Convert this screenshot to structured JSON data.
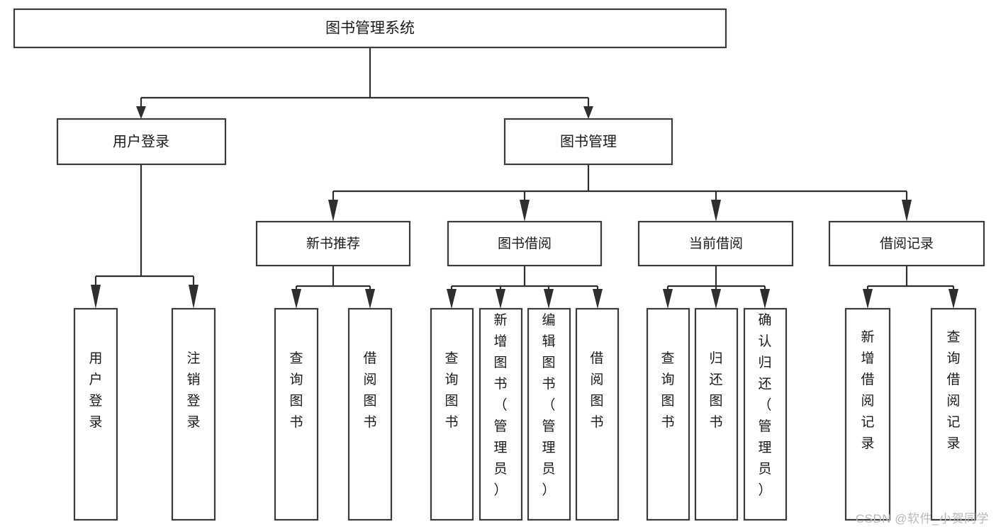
{
  "diagram": {
    "title": "图书管理系统",
    "type": "tree-hierarchy-diagram",
    "colors": {
      "box_stroke": "#3b3b3b",
      "box_fill": "#ffffff",
      "connector": "#2f2f2f",
      "text": "#1a1a1a",
      "watermark": "#b9b9b9",
      "background": "#ffffff"
    },
    "root": {
      "label": "图书管理系统"
    },
    "level2": [
      {
        "label": "用户登录"
      },
      {
        "label": "图书管理"
      }
    ],
    "level3": [
      {
        "label": "新书推荐"
      },
      {
        "label": "图书借阅"
      },
      {
        "label": "当前借阅"
      },
      {
        "label": "借阅记录"
      }
    ],
    "leaves": {
      "user_login": [
        {
          "label": "用户登录"
        },
        {
          "label": "注销登录"
        }
      ],
      "new_book_recommend": [
        {
          "label": "查询图书"
        },
        {
          "label": "借阅图书"
        }
      ],
      "book_borrow": [
        {
          "label": "查询图书"
        },
        {
          "label": "新增图书（管理员）"
        },
        {
          "label": "编辑图书（管理员）"
        },
        {
          "label": "借阅图书"
        }
      ],
      "current_borrow": [
        {
          "label": "查询图书"
        },
        {
          "label": "归还图书"
        },
        {
          "label": "确认归还（管理员）"
        }
      ],
      "borrow_record": [
        {
          "label": "新增借阅记录"
        },
        {
          "label": "查询借阅记录"
        }
      ]
    }
  },
  "watermark": {
    "text": "CSDN @软件_小贺同学"
  }
}
